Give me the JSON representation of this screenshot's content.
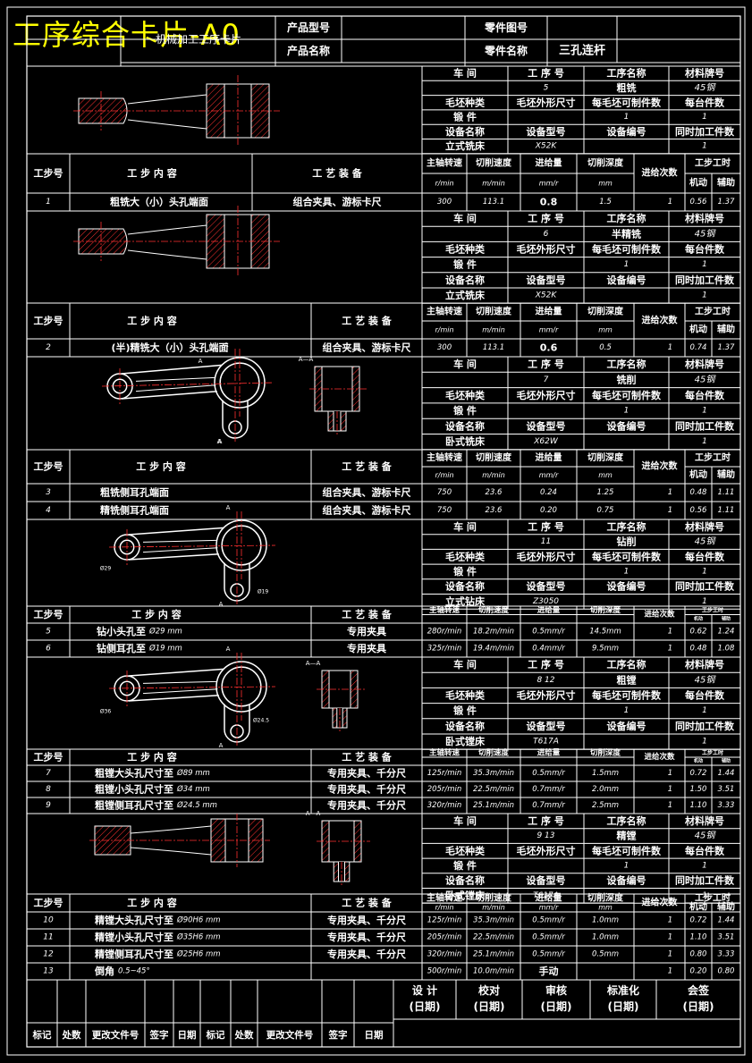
{
  "watermark": "工序综合卡片-A0",
  "header": {
    "title": "机械加工工序卡片",
    "product_model_label": "产品型号",
    "product_name_label": "产品名称",
    "part_no_label": "零件图号",
    "part_name_label": "零件名称",
    "part_name": "三孔连杆"
  },
  "labels": {
    "workshop": "车 间",
    "op_no": "工 序 号",
    "op_name": "工序名称",
    "material": "材料牌号",
    "blank_type": "毛坯种类",
    "blank_size": "毛坯外形尺寸",
    "per_blank": "每毛坯可制件数",
    "per_unit": "每台件数",
    "forging": "锻 件",
    "equip_name": "设备名称",
    "equip_model": "设备型号",
    "equip_no": "设备编号",
    "simul": "同时加工件数",
    "step_no": "工步号",
    "step_content": "工 步 内 容",
    "tooling": "工 艺 装 备",
    "spindle": "主轴转速",
    "cut_speed": "切削速度",
    "feed": "进给量",
    "depth": "切削深度",
    "passes": "进给次数",
    "step_time": "工步工时",
    "machine_t": "机动",
    "aux_t": "辅助",
    "u_rpm": "r/min",
    "u_mmin": "m/min",
    "u_mmr": "mm/r",
    "u_mm": "mm"
  },
  "ops": [
    {
      "op_no": "5",
      "op_name": "粗铣",
      "material": "45钢",
      "per_blank": "1",
      "per_unit": "1",
      "equip": "立式铣床",
      "model": "X52K",
      "simul": "1",
      "steps": [
        {
          "no": "1",
          "content": "粗铣大（小）头孔端面",
          "tool": "组合夹具、游标卡尺",
          "n": "300",
          "v": "113.1",
          "f": "0.8",
          "ap": "1.5",
          "i": "1",
          "tm": "0.56",
          "ta": "1.37"
        }
      ]
    },
    {
      "op_no": "6",
      "op_name": "半精铣",
      "material": "45钢",
      "per_blank": "1",
      "per_unit": "1",
      "equip": "立式铣床",
      "model": "X52K",
      "simul": "1",
      "steps": [
        {
          "no": "2",
          "content": "(半)精铣大（小）头孔端面",
          "tool": "组合夹具、游标卡尺",
          "n": "300",
          "v": "113.1",
          "f": "0.6",
          "ap": "0.5",
          "i": "1",
          "tm": "0.74",
          "ta": "1.37"
        }
      ]
    },
    {
      "op_no": "7",
      "op_name": "铣削",
      "material": "45钢",
      "per_blank": "1",
      "per_unit": "1",
      "equip": "卧式铣床",
      "model": "X62W",
      "simul": "1",
      "steps": [
        {
          "no": "3",
          "content": "粗铣侧耳孔端面",
          "tool": "组合夹具、游标卡尺",
          "n": "750",
          "v": "23.6",
          "f": "0.24",
          "ap": "1.25",
          "i": "1",
          "tm": "0.48",
          "ta": "1.11"
        },
        {
          "no": "4",
          "content": "精铣侧耳孔端面",
          "tool": "组合夹具、游标卡尺",
          "n": "750",
          "v": "23.6",
          "f": "0.20",
          "ap": "0.75",
          "i": "1",
          "tm": "0.56",
          "ta": "1.11"
        }
      ]
    },
    {
      "op_no": "11",
      "op_name": "钻削",
      "material": "45钢",
      "per_blank": "1",
      "per_unit": "1",
      "equip": "立式钻床",
      "model": "Z3050",
      "simul": "1",
      "steps": [
        {
          "no": "5",
          "content": "钻小头孔至",
          "dim": "Ø29 mm",
          "tool": "专用夹具",
          "n": "280r/min",
          "v": "18.2m/min",
          "f": "0.5mm/r",
          "ap": "14.5mm",
          "i": "1",
          "tm": "0.62",
          "ta": "1.24"
        },
        {
          "no": "6",
          "content": "钻侧耳孔至",
          "dim": "Ø19 mm",
          "tool": "专用夹具",
          "n": "325r/min",
          "v": "19.4m/min",
          "f": "0.4mm/r",
          "ap": "9.5mm",
          "i": "1",
          "tm": "0.48",
          "ta": "1.08"
        }
      ]
    },
    {
      "op_no": "8 12",
      "op_name": "粗镗",
      "material": "45钢",
      "per_blank": "1",
      "per_unit": "1",
      "equip": "卧式镗床",
      "model": "T617A",
      "simul": "1",
      "steps": [
        {
          "no": "7",
          "content": "粗镗大头孔尺寸至",
          "dim": "Ø89 mm",
          "tool": "专用夹具、千分尺",
          "n": "125r/min",
          "v": "35.3m/min",
          "f": "0.5mm/r",
          "ap": "1.5mm",
          "i": "1",
          "tm": "0.72",
          "ta": "1.44"
        },
        {
          "no": "8",
          "content": "粗镗小头孔尺寸至",
          "dim": "Ø34 mm",
          "tool": "专用夹具、千分尺",
          "n": "205r/min",
          "v": "22.5m/min",
          "f": "0.7mm/r",
          "ap": "2.0mm",
          "i": "1",
          "tm": "1.50",
          "ta": "3.51"
        },
        {
          "no": "9",
          "content": "粗镗侧耳孔尺寸至",
          "dim": "Ø24.5 mm",
          "tool": "专用夹具、千分尺",
          "n": "320r/min",
          "v": "25.1m/min",
          "f": "0.7mm/r",
          "ap": "2.5mm",
          "i": "1",
          "tm": "1.10",
          "ta": "3.33"
        }
      ]
    },
    {
      "op_no": "9 13",
      "op_name": "精镗",
      "material": "45钢",
      "per_blank": "1",
      "per_unit": "1",
      "equip": "卧式镗床",
      "model": "T617A",
      "simul": "1",
      "steps": [
        {
          "no": "10",
          "content": "精镗大头孔尺寸至",
          "dim": "Ø90H6 mm",
          "tool": "专用夹具、千分尺",
          "n": "125r/min",
          "v": "35.3m/min",
          "f": "0.5mm/r",
          "ap": "1.0mm",
          "i": "1",
          "tm": "0.72",
          "ta": "1.44"
        },
        {
          "no": "11",
          "content": "精镗小头孔尺寸至",
          "dim": "Ø35H6 mm",
          "tool": "专用夹具、千分尺",
          "n": "205r/min",
          "v": "22.5m/min",
          "f": "0.5mm/r",
          "ap": "1.0mm",
          "i": "1",
          "tm": "1.10",
          "ta": "3.51"
        },
        {
          "no": "12",
          "content": "精镗侧耳孔尺寸至",
          "dim": "Ø25H6 mm",
          "tool": "专用夹具、千分尺",
          "n": "320r/min",
          "v": "25.1m/min",
          "f": "0.5mm/r",
          "ap": "0.5mm",
          "i": "1",
          "tm": "0.80",
          "ta": "3.33"
        },
        {
          "no": "13",
          "content": "倒角",
          "dim": "0.5~45°",
          "tool": "",
          "n": "500r/min",
          "v": "10.0m/min",
          "f": "手动",
          "ap": "",
          "i": "1",
          "tm": "0.20",
          "ta": "0.80"
        }
      ]
    }
  ],
  "footer": {
    "approvals": [
      "设 计",
      "校对",
      "审核",
      "标准化",
      "会签"
    ],
    "date": "(日期)",
    "revision_cols": [
      "标记",
      "处数",
      "更改文件号",
      "签字",
      "日期",
      "标记",
      "处数",
      "更改文件号",
      "签字",
      "日期"
    ]
  },
  "drawing_labels": {
    "section": "A—A",
    "a": "A",
    "d29": "Ø29",
    "d19": "Ø19",
    "d36": "Ø36",
    "d245": "Ø24.5"
  },
  "colors": {
    "line": "#ffffff",
    "hatch": "#ff3030",
    "center": "#ff3030",
    "watermark": "#ffff00"
  }
}
